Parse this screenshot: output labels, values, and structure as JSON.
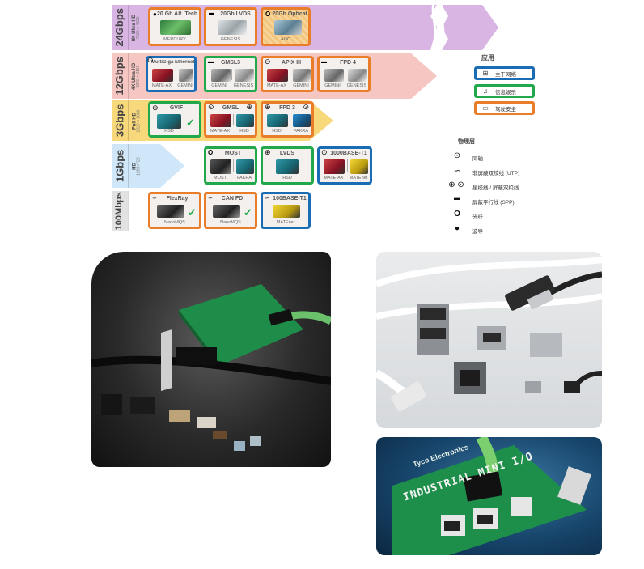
{
  "rows": [
    {
      "speed": "24Gbps",
      "format": "8K Ultra HD",
      "resolution": "7680 × 4320"
    },
    {
      "speed": "12Gbps",
      "format": "4K Ultra HD",
      "resolution": "3840 × 2160"
    },
    {
      "speed": "3Gbps",
      "format": "Full HD",
      "resolution": "1920 × 1080"
    },
    {
      "speed": "1Gbps",
      "format": "HD",
      "resolution": "1280×720"
    },
    {
      "speed": "100Mbps",
      "format": "",
      "resolution": ""
    }
  ],
  "cards": {
    "alt_tech": {
      "title": "20 Gb Alt. Tech.",
      "subs": [
        "MERCURY"
      ]
    },
    "lvds20": {
      "title": "20Gb LVDS",
      "subs": [
        "GENESIS"
      ]
    },
    "optical20": {
      "title": "20Gb Optical",
      "subs": [
        "AOC"
      ]
    },
    "multigiga": {
      "title": "MultiGiga Ethernet",
      "subs": [
        "MATE-AX",
        "GEMINI"
      ]
    },
    "gmsl3": {
      "title": "GMSL3",
      "subs": [
        "GEMINI",
        "GENESIS"
      ]
    },
    "apix3": {
      "title": "APIX III",
      "subs": [
        "MATE-AX",
        "GEMINI"
      ]
    },
    "fpd4": {
      "title": "FPD 4",
      "subs": [
        "GEMINI",
        "GENESIS"
      ]
    },
    "gvif": {
      "title": "GVIF",
      "subs": [
        "HSD"
      ]
    },
    "gmsl": {
      "title": "GMSL",
      "subs": [
        "MATE-AX",
        "HSD"
      ]
    },
    "fpd3": {
      "title": "FPD 3",
      "subs": [
        "HSD",
        "FAKRA"
      ]
    },
    "most": {
      "title": "MOST",
      "subs": [
        "MOST",
        "FAKRA"
      ]
    },
    "lvds": {
      "title": "LVDS",
      "subs": [
        "HSD"
      ]
    },
    "base_t1_1g": {
      "title": "1000BASE-T1",
      "subs": [
        "MATE-AX",
        "MATEnet"
      ]
    },
    "flexray": {
      "title": "FlexRay",
      "subs": [
        "NanoMQS"
      ]
    },
    "canfd": {
      "title": "CAN FD",
      "subs": [
        "NanoMQS"
      ]
    },
    "base_t1_100": {
      "title": "100BASE-T1",
      "subs": [
        "MATEnet"
      ]
    }
  },
  "legend": {
    "title": "应用",
    "items": [
      {
        "label": "主干网络",
        "icon": "network-icon",
        "color": "#1a6cb4"
      },
      {
        "label": "信息娱乐",
        "icon": "music-icon",
        "color": "#21a84a"
      },
      {
        "label": "驾驶安全",
        "icon": "car-icon",
        "color": "#ea7d2a"
      }
    ]
  },
  "physical": {
    "title": "物理层",
    "items": [
      {
        "label": "同轴",
        "icon": "coax-icon"
      },
      {
        "label": "非屏蔽双绞线 (UTP)",
        "icon": "utp-icon"
      },
      {
        "label": "星绞线 / 屏蔽双绞线",
        "icon": "star-quad-icon"
      },
      {
        "label": "屏蔽平行线 (SPP)",
        "icon": "spp-icon"
      },
      {
        "label": "光纤",
        "icon": "fiber-icon"
      },
      {
        "label": "波导",
        "icon": "waveguide-icon"
      }
    ]
  },
  "photos": {
    "board_mini_io": "INDUSTRIAL MINI I/O",
    "board_brand": "Tyco Electronics"
  },
  "colors": {
    "orange": "#ea7d2a",
    "green": "#21a84a",
    "blue": "#1a6cb4"
  }
}
